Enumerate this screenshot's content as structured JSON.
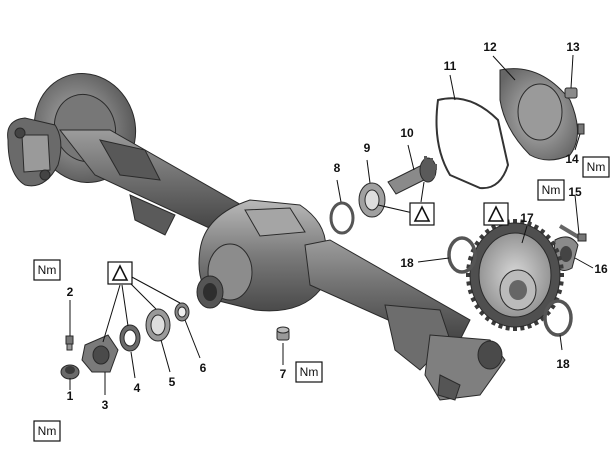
{
  "callouts": [
    {
      "id": "1",
      "text": "1"
    },
    {
      "id": "2",
      "text": "2"
    },
    {
      "id": "3",
      "text": "3"
    },
    {
      "id": "4",
      "text": "4"
    },
    {
      "id": "5",
      "text": "5"
    },
    {
      "id": "6",
      "text": "6"
    },
    {
      "id": "7",
      "text": "7"
    },
    {
      "id": "8",
      "text": "8"
    },
    {
      "id": "9",
      "text": "9"
    },
    {
      "id": "10",
      "text": "10"
    },
    {
      "id": "11",
      "text": "11"
    },
    {
      "id": "12",
      "text": "12"
    },
    {
      "id": "13",
      "text": "13"
    },
    {
      "id": "14",
      "text": "14"
    },
    {
      "id": "15",
      "text": "15"
    },
    {
      "id": "16",
      "text": "16"
    },
    {
      "id": "17",
      "text": "17"
    },
    {
      "id": "18a",
      "text": "18"
    },
    {
      "id": "18b",
      "text": "18"
    }
  ],
  "torque_marker": "Nm",
  "torque_markers": [
    {
      "id": "nm-2",
      "text": "Nm"
    },
    {
      "id": "nm-1",
      "text": "Nm"
    },
    {
      "id": "nm-7",
      "text": "Nm"
    },
    {
      "id": "nm-14",
      "text": "Nm"
    },
    {
      "id": "nm-15",
      "text": "Nm"
    }
  ],
  "warning_symbols": [
    {
      "id": "warn-4-5-6",
      "icon": "triangle-in-square-icon"
    },
    {
      "id": "warn-9-10",
      "icon": "triangle-in-square-icon"
    },
    {
      "id": "warn-17",
      "icon": "triangle-in-square-icon"
    }
  ],
  "colors": {
    "line": "#111111",
    "part_dark": "#4a4a4a",
    "part_mid": "#8a8a8a",
    "part_light": "#c8c8c8"
  }
}
